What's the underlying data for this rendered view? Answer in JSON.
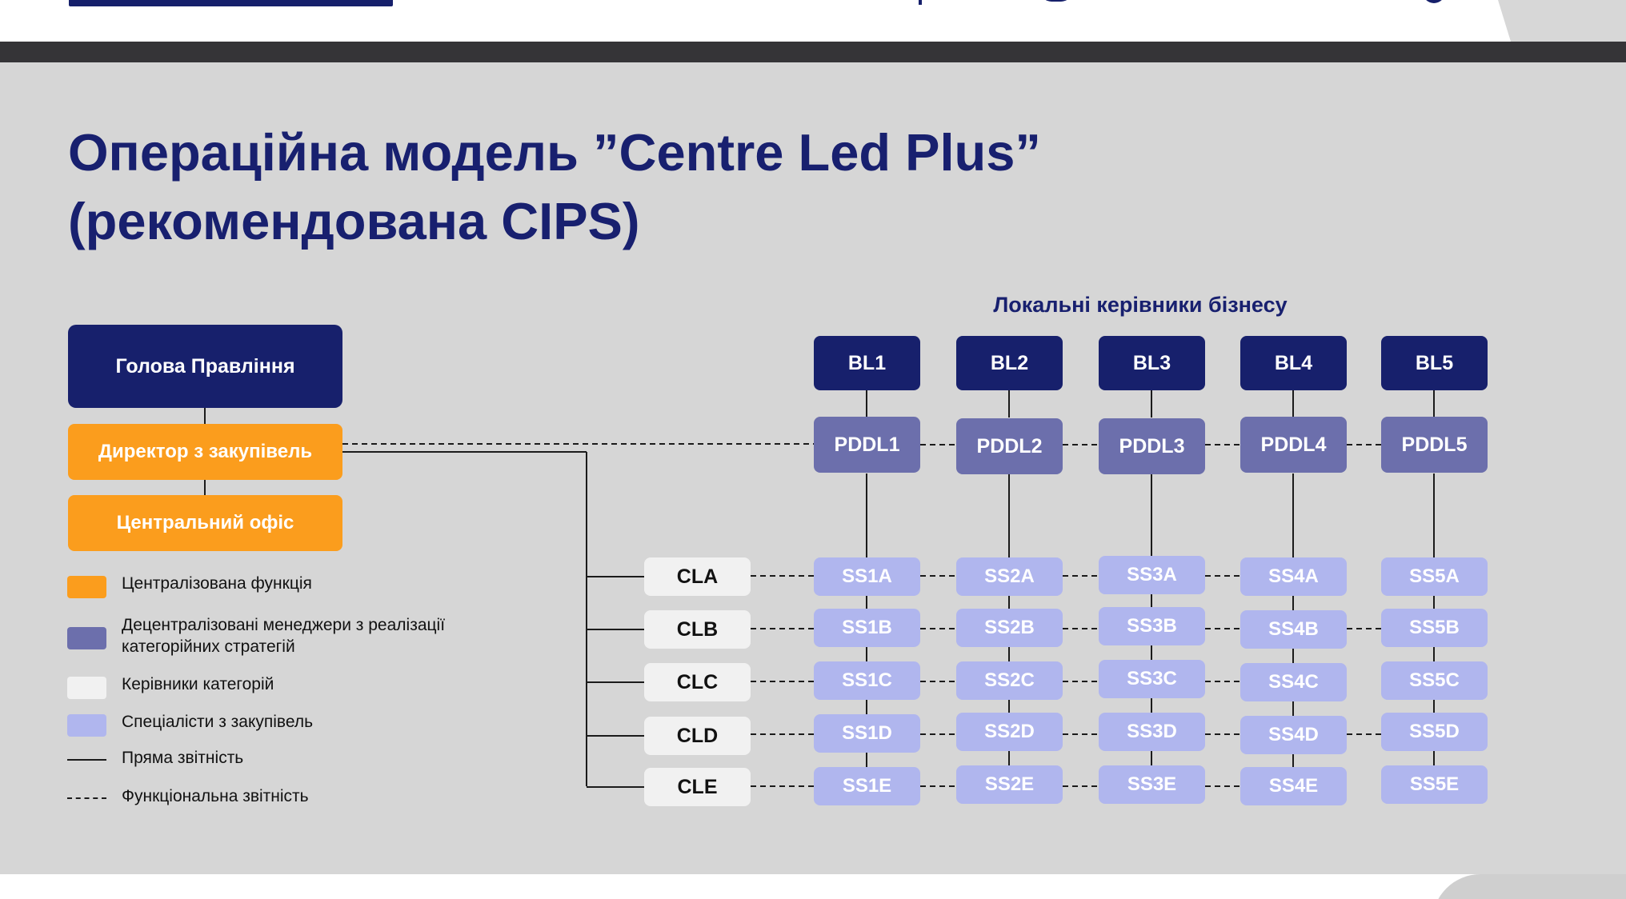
{
  "slide": {
    "title_line1": "Операційна модель ”Centre Led Plus”",
    "title_line2": "(рекомендована CIPS)"
  },
  "org": {
    "head": "Голова Правління",
    "procurement_director": "Директор з закупівель",
    "central_office": "Центральний офіс",
    "business_leaders_header": "Локальні керівники бізнесу",
    "business_leaders": [
      "BL1",
      "BL2",
      "BL3",
      "BL4",
      "BL5"
    ],
    "pddl": [
      "PDDL1",
      "PDDL2",
      "PDDL3",
      "PDDL4",
      "PDDL5"
    ],
    "category_leads": [
      "CLA",
      "CLB",
      "CLC",
      "CLD",
      "CLE"
    ],
    "specialists": [
      [
        "SS1A",
        "SS2A",
        "SS3A",
        "SS4A",
        "SS5A"
      ],
      [
        "SS1B",
        "SS2B",
        "SS3B",
        "SS4B",
        "SS5B"
      ],
      [
        "SS1C",
        "SS2C",
        "SS3C",
        "SS4C",
        "SS5C"
      ],
      [
        "SS1D",
        "SS2D",
        "SS3D",
        "SS4D",
        "SS5D"
      ],
      [
        "SS1E",
        "SS2E",
        "SS3E",
        "SS4E",
        "SS5E"
      ]
    ]
  },
  "legend": {
    "centralized": "Централізована функція",
    "decentralized_line1": "Децентралізовані менеджери з реалізації",
    "decentralized_line2": "категорійних стратегій",
    "category_leads": "Керівники категорій",
    "specialists": "Спеціалісти з закупівель",
    "direct": "Пряма звітність",
    "functional": "Функціональна звітність"
  },
  "colors": {
    "navy": "#17206c",
    "orange": "#fb9d1d",
    "purple": "#6c6fac",
    "lavender": "#b0b6ee",
    "white_box": "#f1f1f1",
    "slide_bg": "#d6d6d6",
    "title": "#18206f"
  }
}
